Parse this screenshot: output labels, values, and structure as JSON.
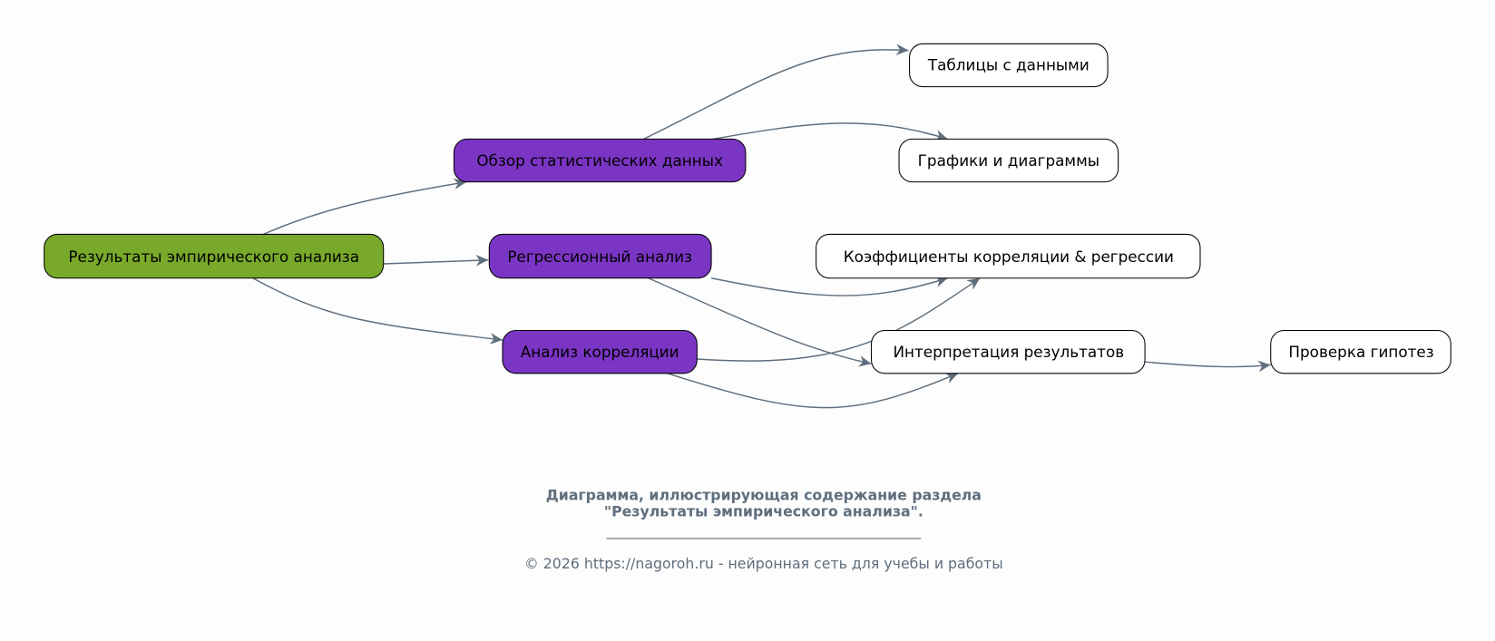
{
  "colors": {
    "root": "#79a92a",
    "level1": "#7b35c4",
    "leaf": "#ffffff",
    "edge": "#5f6e7d",
    "background": "#fdfdfd"
  },
  "nodes": {
    "root": "Результаты эмпирического анализа",
    "overview": "Обзор статистических данных",
    "regression": "Регрессионный анализ",
    "correlation": "Анализ корреляции",
    "tables": "Таблицы с данными",
    "charts": "Графики и диаграммы",
    "coefficients": "Коэффициенты корреляции & регрессии",
    "interpretation": "Интерпретация результатов",
    "hypothesis": "Проверка гипотез"
  },
  "edges": [
    [
      "root",
      "overview"
    ],
    [
      "root",
      "regression"
    ],
    [
      "root",
      "correlation"
    ],
    [
      "overview",
      "tables"
    ],
    [
      "overview",
      "charts"
    ],
    [
      "regression",
      "coefficients"
    ],
    [
      "regression",
      "interpretation"
    ],
    [
      "correlation",
      "coefficients"
    ],
    [
      "correlation",
      "interpretation"
    ],
    [
      "interpretation",
      "hypothesis"
    ]
  ],
  "caption": {
    "line1": "Диаграмма, иллюстрирующая содержание раздела",
    "line2": "\"Результаты эмпирического анализа\".",
    "divider": "____________________________________________",
    "copyright": "© 2026 https://nagoroh.ru - нейронная сеть для учебы и работы"
  }
}
